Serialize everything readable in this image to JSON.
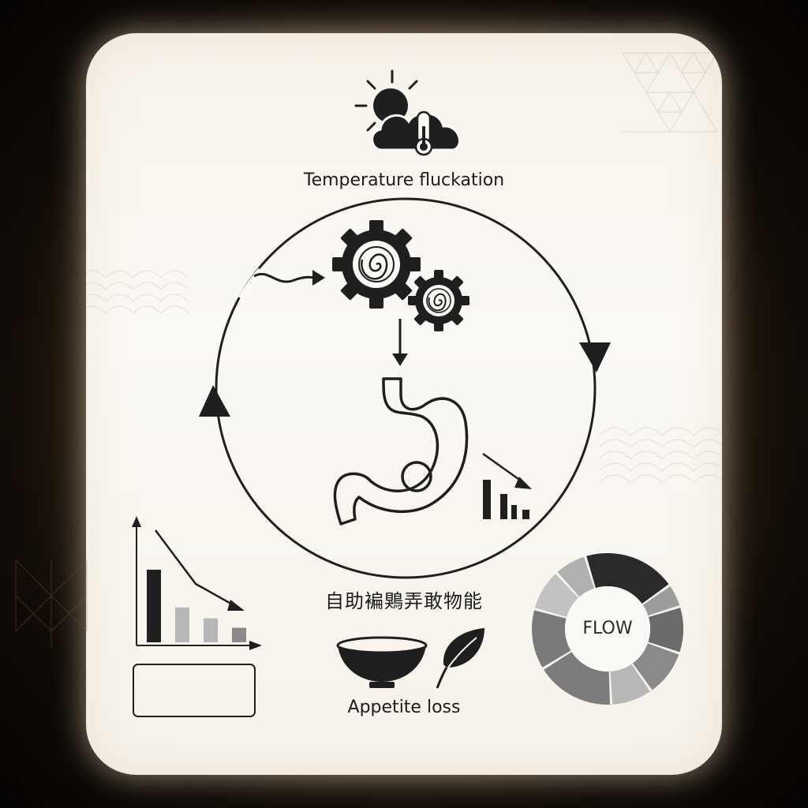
{
  "labels": {
    "temperature": "Temperature fluckation",
    "cjk_caption": "自助褊鶪弄敢物能",
    "appetite": "Appetite loss",
    "donut_center": "FLOW"
  },
  "icons": {
    "top": "sun-cloud-thermometer-icon",
    "gears": "gears-icon",
    "organ": "stomach-icon",
    "decline": "declining-bar-chart-icon",
    "bowl": "bowl-icon",
    "leaf": "leaf-icon"
  },
  "colors": {
    "ink": "#1f1f1f",
    "card": "#f8f4ec",
    "frame": "#1a120c"
  },
  "donut_segments": [
    {
      "shade": "#2a2a2a",
      "share": 0.2
    },
    {
      "shade": "#9c9c9c",
      "share": 0.05
    },
    {
      "shade": "#6a6a6a",
      "share": 0.1
    },
    {
      "shade": "#8a8a8a",
      "share": 0.1
    },
    {
      "shade": "#b8b8b8",
      "share": 0.09
    },
    {
      "shade": "#7c7c7c",
      "share": 0.17
    },
    {
      "shade": "#7a7a7a",
      "share": 0.13
    },
    {
      "shade": "#c2c2c2",
      "share": 0.09
    },
    {
      "shade": "#b0b0b0",
      "share": 0.07
    }
  ],
  "mini_bars": {
    "values": [
      100,
      48,
      33,
      20
    ],
    "shades": [
      "#1f1f1f",
      "#b7b7b7",
      "#b7b7b7",
      "#8a8a8a"
    ]
  }
}
